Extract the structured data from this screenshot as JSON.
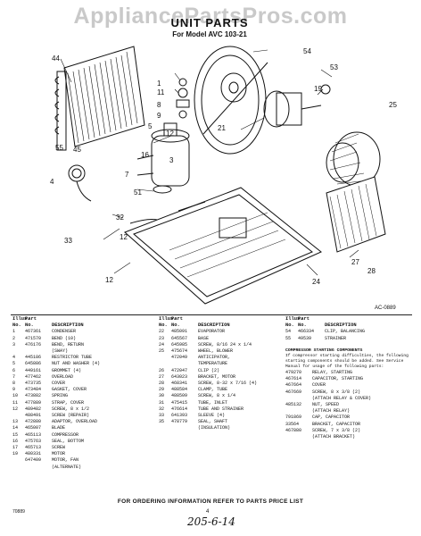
{
  "watermark": "AppliancePartsPros.com",
  "header": {
    "title": "UNIT PARTS",
    "subtitle": "For Model AVC 103-21"
  },
  "drawing_code": "AC-0889",
  "callouts": [
    "44",
    "54",
    "1",
    "11",
    "8",
    "9",
    "12",
    "53",
    "19",
    "55",
    "45",
    "25",
    "5",
    "16",
    "7",
    "21",
    "3",
    "4",
    "51",
    "32",
    "12",
    "27",
    "33",
    "28",
    "24",
    "12"
  ],
  "columns": {
    "illus": "Illus.",
    "no": "No.",
    "part": "Part",
    "part_no": "No.",
    "description": "DESCRIPTION"
  },
  "col1": [
    {
      "n": "1",
      "p": "467361",
      "d": "CONDENSER"
    },
    {
      "n": "2",
      "p": "471570",
      "d": "BEND (10)"
    },
    {
      "n": "3",
      "p": "476176",
      "d": "BEND, RETURN"
    },
    {
      "n": "",
      "p": "",
      "d": "(SWAY)"
    },
    {
      "n": "4",
      "p": "445186",
      "d": "RESTRICTOR TUBE"
    },
    {
      "n": "5",
      "p": "645886",
      "d": "NUT AND WASHER (4)"
    },
    {
      "n": "6",
      "p": "449161",
      "d": "GROMMET (4)"
    },
    {
      "n": "7",
      "p": "477462",
      "d": "OVERLOAD"
    },
    {
      "n": "8",
      "p": "473735",
      "d": "COVER"
    },
    {
      "n": "9",
      "p": "473484",
      "d": "GASKET, COVER"
    },
    {
      "n": "10",
      "p": "473882",
      "d": "SPRING"
    },
    {
      "n": "11",
      "p": "477889",
      "d": "STRAP, COVER"
    },
    {
      "n": "12",
      "p": "489482",
      "d": "SCREW, 8 x 1/2"
    },
    {
      "n": "",
      "p": "488491",
      "d": "SCREW (REPAIR)"
    },
    {
      "n": "13",
      "p": "472880",
      "d": "ADAPTOR, OVERLOAD"
    },
    {
      "n": "14",
      "p": "465007",
      "d": "BLADE"
    },
    {
      "n": "15",
      "p": "465113",
      "d": "COMPRESSOR"
    },
    {
      "n": "16",
      "p": "475763",
      "d": "SEAL, BOTTOM"
    },
    {
      "n": "17",
      "p": "465713",
      "d": "SCREW"
    },
    {
      "n": "19",
      "p": "480331",
      "d": "MOTOR"
    },
    {
      "n": "",
      "p": "647409",
      "d": "MOTOR, FAN"
    },
    {
      "n": "",
      "p": "",
      "d": "(ALTERNATE)"
    }
  ],
  "col2": [
    {
      "n": "22",
      "p": "485091",
      "d": "EVAPORATOR"
    },
    {
      "n": "23",
      "p": "645567",
      "d": "BASE"
    },
    {
      "n": "24",
      "p": "645985",
      "d": "SCREW, 8/16 24 x 1/4"
    },
    {
      "n": "25",
      "p": "475674",
      "d": "WHEEL, BLOWER"
    },
    {
      "n": "",
      "p": "472049",
      "d": "ANTICIPATOR,"
    },
    {
      "n": "",
      "p": "",
      "d": "TEMPERATURE"
    },
    {
      "n": "26",
      "p": "472047",
      "d": "CLIP (2)"
    },
    {
      "n": "27",
      "p": "643023",
      "d": "BRACKET, MOTOR"
    },
    {
      "n": "28",
      "p": "468341",
      "d": "SCREW, 8-32 x 7/16 (4)"
    },
    {
      "n": "29",
      "p": "488584",
      "d": "CLAMP, TUBE"
    },
    {
      "n": "30",
      "p": "488509",
      "d": "SCREW, 8 x 1/4"
    },
    {
      "n": "31",
      "p": "475415",
      "d": "TUBE, INLET"
    },
    {
      "n": "32",
      "p": "476614",
      "d": "TUBE AND STRAINER"
    },
    {
      "n": "33",
      "p": "641393",
      "d": "SLEEVE (4)"
    },
    {
      "n": "35",
      "p": "478779",
      "d": "SEAL, SHAFT"
    },
    {
      "n": "",
      "p": "",
      "d": "(INSULATION)"
    }
  ],
  "col3": [
    {
      "n": "54",
      "p": "466334",
      "d": "CLIP, BALANCING"
    },
    {
      "n": "55",
      "p": "49539",
      "d": "STRAINER"
    }
  ],
  "compressor_section": {
    "heading": "COMPRESSOR STARTING COMPONENTS",
    "note": "If compressor starting difficulties, the following starting components should be added. See Service Manual for usage of the following parts:",
    "items": [
      {
        "p": "479270",
        "d": "RELAY, STARTING"
      },
      {
        "p": "467614",
        "d": "CAPACITOR, STARTING"
      },
      {
        "p": "467664",
        "d": "COVER"
      },
      {
        "p": "467669",
        "d": "SCREW, 8 x 3/8 (2)"
      },
      {
        "p": "",
        "d": "(ATTACH RELAY & COVER)"
      },
      {
        "p": "485132",
        "d": "NUT, SPEED"
      },
      {
        "p": "",
        "d": "(ATTACH RELAY)"
      },
      {
        "p": "791869",
        "d": "CAP, CAPACITOR"
      },
      {
        "p": "33564",
        "d": "BRACKET, CAPACITOR"
      },
      {
        "p": "467880",
        "d": "SCREW, 7 x 3/8 (2)"
      },
      {
        "p": "",
        "d": "(ATTACH BRACKET)"
      }
    ]
  },
  "footer": "FOR ORDERING INFORMATION REFER TO PARTS PRICE LIST",
  "page_number": "4",
  "doc_number": "70889",
  "handwritten": "205-6-14"
}
